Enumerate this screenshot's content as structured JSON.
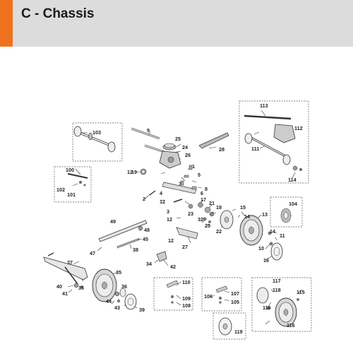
{
  "header": {
    "title": "C - Chassis"
  },
  "colors": {
    "accent": "#f0711e",
    "header_bg": "#dcdcdc",
    "part_gray": "#9a9a9a",
    "line": "#333333"
  },
  "callouts": [
    "1",
    "2",
    "3",
    "4",
    "5",
    "6",
    "7",
    "8",
    "9",
    "10",
    "11",
    "12",
    "12",
    "12",
    "12",
    "13",
    "14",
    "14",
    "15",
    "16",
    "17",
    "18",
    "19",
    "20",
    "21",
    "22",
    "23",
    "24",
    "25",
    "26",
    "27",
    "28",
    "32",
    "34",
    "35",
    "36",
    "36",
    "37",
    "38",
    "39",
    "40",
    "41",
    "42",
    "43",
    "44",
    "45",
    "47",
    "48",
    "49",
    "100",
    "101",
    "102",
    "103",
    "104",
    "105",
    "106",
    "107",
    "108",
    "109",
    "110",
    "111",
    "112",
    "113",
    "114",
    "115",
    "116",
    "116",
    "117",
    "118",
    "119"
  ]
}
